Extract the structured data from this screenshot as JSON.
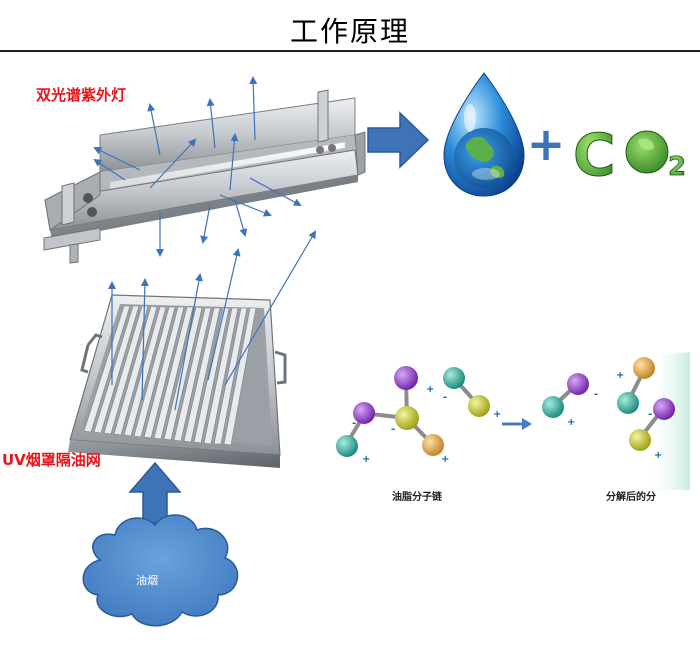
{
  "title": "工作原理",
  "labels": {
    "lamp": "双光谱紫外灯",
    "mesh": "UV烟罩隔油网",
    "oil_smoke": "油烟",
    "grease_chain": "油脂分子链",
    "after_decompose": "分解后的分"
  },
  "formula": {
    "plus": "+",
    "c": "C",
    "o": "O",
    "sub": "2"
  },
  "charges": {
    "plus": "+",
    "minus": "-"
  },
  "colors": {
    "label_red": "#e8141b",
    "arrow_blue": "#3f73b8",
    "cloud_blue": "#4a86c8",
    "purple_atom": "#8a2fc0",
    "yellow_atom": "#c8c81e",
    "teal_atom": "#2aa89a",
    "orange_atom": "#e8a640",
    "co2_green": "#3e9a2f"
  }
}
